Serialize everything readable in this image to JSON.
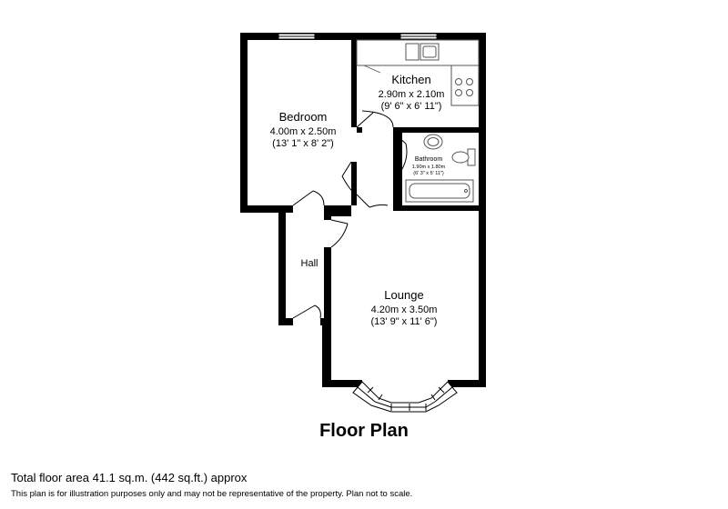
{
  "plan": {
    "title": "Floor Plan",
    "total_area": "Total floor area 41.1 sq.m. (442 sq.ft.) approx",
    "disclaimer": "This plan is for illustration purposes only and may not be representative of the property. Plan not to scale."
  },
  "rooms": {
    "bedroom": {
      "name": "Bedroom",
      "metric": "4.00m x 2.50m",
      "imperial": "(13' 1\" x 8' 2\")"
    },
    "kitchen": {
      "name": "Kitchen",
      "metric": "2.90m x 2.10m",
      "imperial": "(9' 6\" x 6' 11\")"
    },
    "bathroom": {
      "name": "Bathroom",
      "metric": "1.90m x 1.80m",
      "imperial": "(6' 3\" x 5' 11\")"
    },
    "hall": {
      "name": "Hall"
    },
    "lounge": {
      "name": "Lounge",
      "metric": "4.20m x 3.50m",
      "imperial": "(13' 9\" x 11' 6\")"
    }
  },
  "colors": {
    "wall": "#000000",
    "background": "#ffffff",
    "fixture": "#555555"
  }
}
